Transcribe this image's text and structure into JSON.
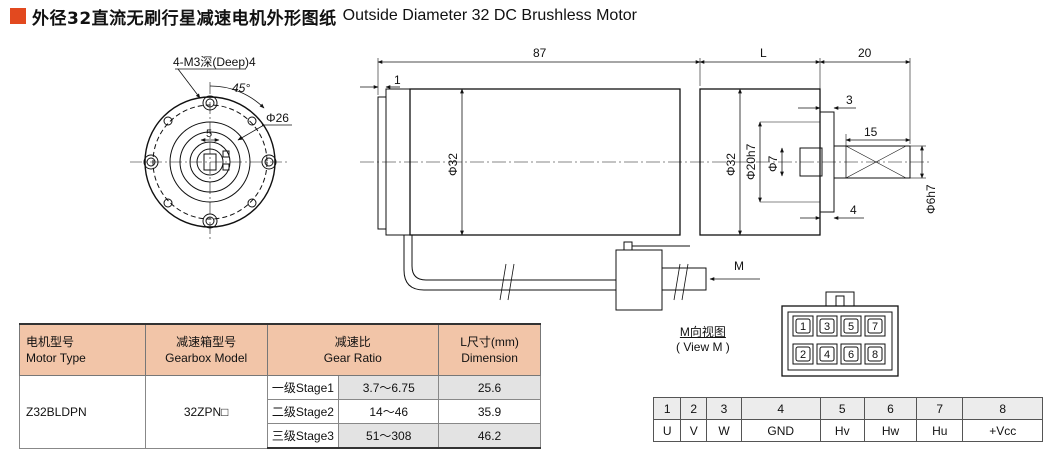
{
  "title": {
    "cn": "外径32直流无刷行星减速电机外形图纸",
    "en": "Outside Diameter 32 DC Brushless Motor"
  },
  "front_view": {
    "hole_spec": "4-M3深(Deep)4",
    "angle": "45°",
    "diameter": "Φ26",
    "center_dim": "5"
  },
  "side_view": {
    "dim_total": "87",
    "dim_L": "L",
    "dim_shaft": "20",
    "dim_1": "1",
    "dim_3": "3",
    "dim_15": "15",
    "dim_4": "4",
    "dia_body": "Φ32",
    "dia_gear": "Φ32",
    "dia_pilot": "Φ20h7",
    "dia_bearing": "Φ7",
    "dia_shaft": "Φ6h7",
    "view_arrow": "M"
  },
  "connector_view": {
    "title_cn": "M向视图",
    "title_en": "( View M )",
    "pins_top": [
      "1",
      "3",
      "5",
      "7"
    ],
    "pins_bottom": [
      "2",
      "4",
      "6",
      "8"
    ]
  },
  "spec_table": {
    "headers": {
      "motor_type": [
        "电机型号",
        "Motor Type"
      ],
      "gearbox_model": [
        "减速箱型号",
        "Gearbox Model"
      ],
      "gear_ratio": [
        "减速比",
        "Gear Ratio"
      ],
      "dimension": [
        "L尺寸(mm)",
        "Dimension"
      ]
    },
    "motor_type": "Z32BLDPN",
    "gearbox_model": "32ZPN□",
    "rows": [
      {
        "stage": "一级Stage1",
        "ratio": "3.7～6.75",
        "L": "25.6"
      },
      {
        "stage": "二级Stage2",
        "ratio": "14～46",
        "L": "35.9"
      },
      {
        "stage": "三级Stage3",
        "ratio": "51～308",
        "L": "46.2"
      }
    ]
  },
  "pin_table": {
    "numbers": [
      "1",
      "2",
      "3",
      "4",
      "5",
      "6",
      "7",
      "8"
    ],
    "signals": [
      "U",
      "V",
      "W",
      "GND",
      "Hv",
      "Hw",
      "Hu",
      "+Vcc"
    ]
  }
}
